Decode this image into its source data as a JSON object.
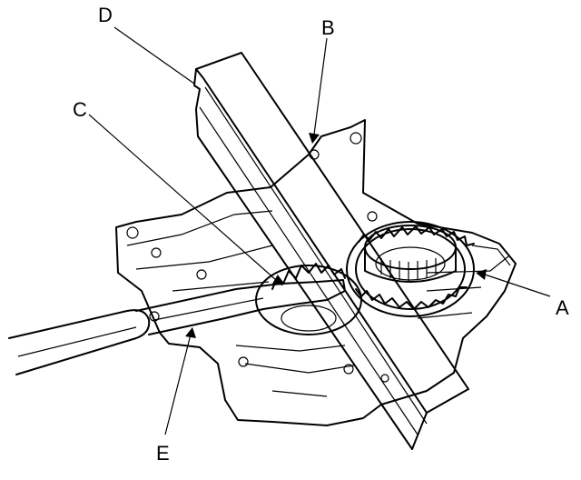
{
  "diagram": {
    "callouts": [
      {
        "id": "A",
        "label": "A"
      },
      {
        "id": "B",
        "label": "B"
      },
      {
        "id": "C",
        "label": "C"
      },
      {
        "id": "D",
        "label": "D"
      },
      {
        "id": "E",
        "label": "E"
      }
    ]
  },
  "colors": {
    "ink": "#000000",
    "paper": "#ffffff"
  }
}
